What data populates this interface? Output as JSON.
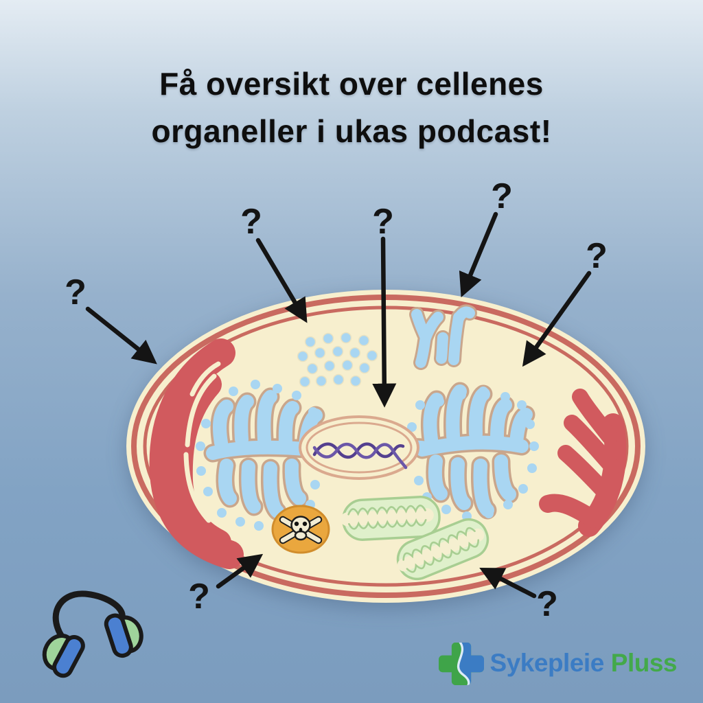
{
  "title": {
    "line1": "Få oversikt over cellenes",
    "line2": "organeller i ukas podcast!"
  },
  "diagram": {
    "type": "animal-cell-organelles-quiz",
    "pointers": [
      {
        "symbol": "?",
        "target": "rough-er-left-red"
      },
      {
        "symbol": "?",
        "target": "free-ribosomes"
      },
      {
        "symbol": "?",
        "target": "nucleus-dna"
      },
      {
        "symbol": "?",
        "target": "golgi-apparatus-top"
      },
      {
        "symbol": "?",
        "target": "smooth-er-right-red"
      },
      {
        "symbol": "?",
        "target": "lysosome-skull"
      },
      {
        "symbol": "?",
        "target": "mitochondrion"
      }
    ],
    "organelles": [
      "cell-membrane",
      "red-er-left",
      "red-er-right",
      "free-ribosomes",
      "blue-er-left",
      "blue-er-right",
      "golgi-top",
      "nucleus",
      "dna-helix",
      "lysosome",
      "mitochondrion-1",
      "mitochondrion-2"
    ],
    "icons": [
      "question-mark",
      "arrow",
      "skull-crossbones-icon",
      "headphones-icon"
    ]
  },
  "branding": {
    "logo_primary": "Sykepleie",
    "logo_secondary": "Pluss",
    "logo_icon": "cross-swoosh-icon"
  },
  "colors": {
    "background_top": "#e4ecf3",
    "background_bottom": "#7b9cbe",
    "cell_fill": "#f7efce",
    "membrane_red": "#c96a60",
    "organelle_red": "#d15a5e",
    "organelle_blue": "#a9d6f2",
    "organelle_outline_tan": "#c9a68c",
    "nucleus_border": "#daa98e",
    "dna_purple": "#54408f",
    "lysosome_orange": "#eaa73e",
    "mitochondria_green": "#dff0cb",
    "arrow_black": "#141414",
    "logo_blue": "#3b7cc4",
    "logo_green": "#43a94a"
  }
}
